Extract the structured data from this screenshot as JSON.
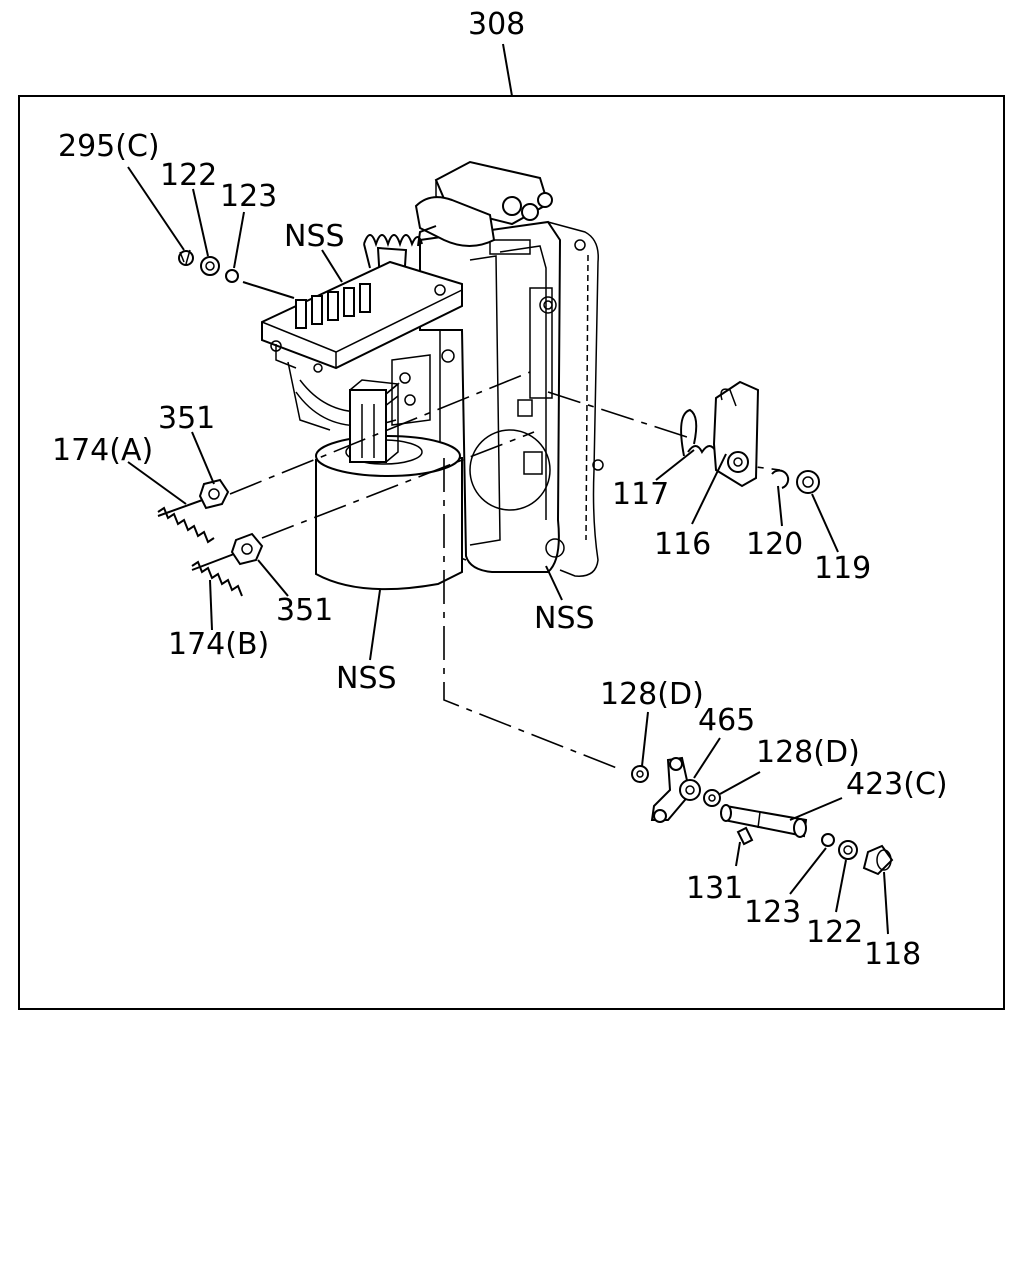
{
  "title_number": "308",
  "labels": {
    "l295c": "295(C)",
    "l122a": "122",
    "l123a": "123",
    "nss_top": "NSS",
    "l351a": "351",
    "l174a": "174(A)",
    "l351b": "351",
    "l174b": "174(B)",
    "nss_left": "NSS",
    "nss_right": "NSS",
    "l117": "117",
    "l116": "116",
    "l120": "120",
    "l119": "119",
    "l128d_a": "128(D)",
    "l465": "465",
    "l128d_b": "128(D)",
    "l423c": "423(C)",
    "l131": "131",
    "l123b": "123",
    "l122b": "122",
    "l118": "118"
  }
}
